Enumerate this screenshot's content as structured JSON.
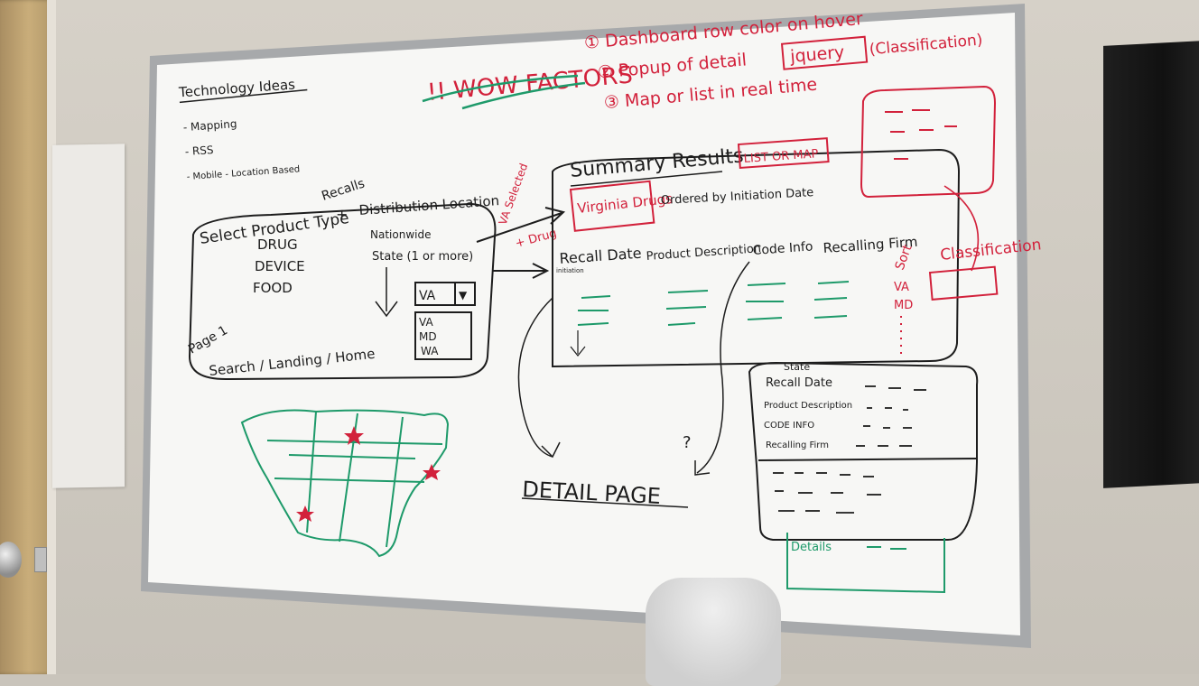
{
  "whiteboard": {
    "technology_ideas": {
      "heading": "Technology Ideas",
      "items": [
        "- Mapping",
        "- RSS",
        "- Mobile - Location Based"
      ]
    },
    "wow_factors": {
      "heading": "!! WOW FACTORS",
      "item1": "① Dashboard row color on hover",
      "item2_prefix": "② Popup of detail",
      "item2_box": "jquery",
      "item2_suffix": "(Classification)",
      "item3": "③ Map or list in real time"
    },
    "landing_page": {
      "select_product_type": "Select Product Type",
      "product_types": [
        "DRUG",
        "DEVICE",
        "FOOD"
      ],
      "recalls": "Recalls",
      "plus": "+",
      "distribution_location": "Distribution Location",
      "nationwide": "Nationwide",
      "state_one_or_more": "State (1 or more)",
      "dropdown_value": "VA",
      "dropdown_arrow": "▼",
      "state_list": [
        "VA",
        "MD",
        "WA"
      ],
      "page_label": "Page 1",
      "page_name": "Search / Landing / Home"
    },
    "arrow_notes": {
      "va_selected": "VA Selected",
      "plus_drug": "+ Drug"
    },
    "summary": {
      "title": "Summary Results",
      "list_or_map": "LIST OR MAP",
      "virginia_drugs": "Virginia Drugs",
      "ordered_by": "Ordered by Initiation Date",
      "columns": [
        "Recall Date",
        "Product Description",
        "Code Info",
        "Recalling Firm"
      ],
      "initiation": "initiation",
      "sort_label": "Sort",
      "classification": "Classification",
      "side_states": [
        "VA",
        "MD"
      ]
    },
    "detail_page": {
      "title": "DETAIL PAGE",
      "question_mark": "?"
    },
    "detail_card": {
      "state_label": "State",
      "fields": [
        "Recall Date",
        "Product Description",
        "CODE INFO",
        "Recalling Firm"
      ],
      "details_label": "Details"
    },
    "colors": {
      "black_marker": "#1d1d1d",
      "red_marker": "#d2213b",
      "green_marker": "#1e9a6a"
    }
  }
}
